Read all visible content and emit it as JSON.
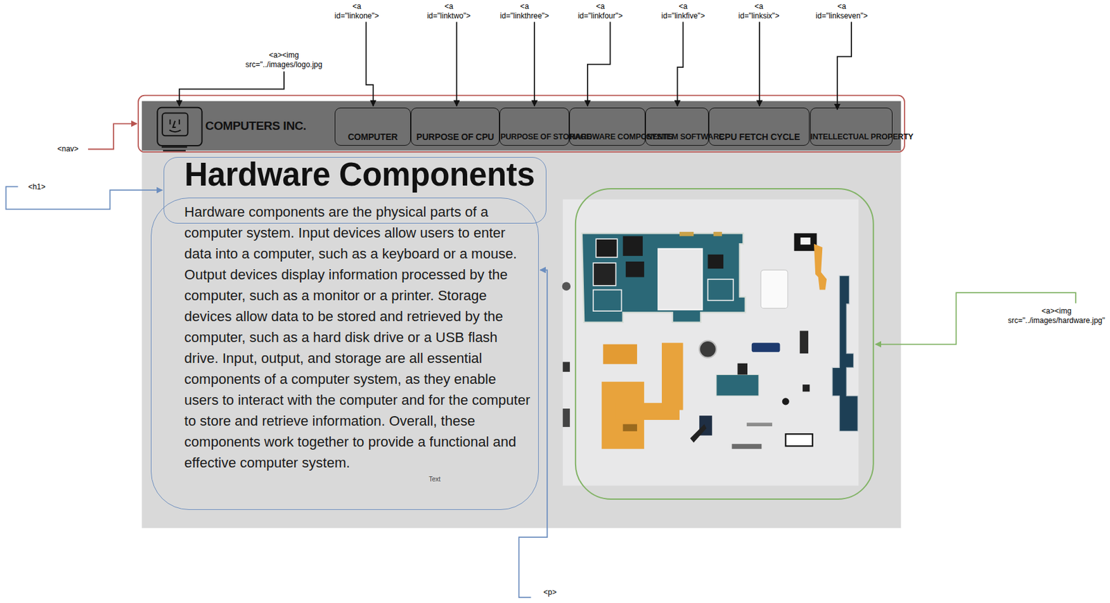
{
  "diagram": {
    "nodes": [
      {
        "text": [
          "COMPUTERS INC."
        ]
      },
      {
        "text": [
          "COMPUTER"
        ],
        "in": 0
      },
      {
        "text": [
          "PURPOSE OF CPU"
        ],
        "in": 0
      },
      {
        "text": [
          "PURPOSE OF STORAGE"
        ],
        "in": 0
      },
      {
        "text": [
          "HARDWARE COMPONENTS"
        ],
        "in": 0
      },
      {
        "text": [
          "SYSTEM SOFTWARE"
        ],
        "in": 0
      },
      {
        "text": [
          "CPU FETCH CYCLE"
        ],
        "in": 0
      },
      {
        "text": [
          "INTELLECTUAL PROPERTY"
        ],
        "in": 0
      },
      {
        "text": [
          "Hardware Components"
        ]
      },
      {
        "text": [
          "Hardware components are the physical parts of a computer system. Input devices allow users to enter data into a computer, such as a keyboard or a mouse. Output devices display information processed by the computer, such as a monitor or a printer. Storage devices allow data to be stored and retrieved by the computer, such as a hard disk drive or a USB flash drive. Input, output, and storage are all essential components of a computer system, as they enable users to interact with the computer and for the computer to store and retrieve information. Overall, these components work together to provide a functional and effective computer system."
        ]
      }
    ],
    "labels": [
      "<a id=\"linkone\">",
      "<a id=\"linktwo\">",
      "<a id=\"linkthree\">",
      "<a id=\"linkfour\">",
      "<a id=\"linkfive\">",
      "<a id=\"linksix\">",
      "<a id=\"linkseven\">",
      "<a><img src=\"../images/logo.jpg",
      "<nav>",
      "<h1>",
      "<a><img src=\"../images/hardware.jpg\"",
      "<p>",
      "Text"
    ]
  }
}
